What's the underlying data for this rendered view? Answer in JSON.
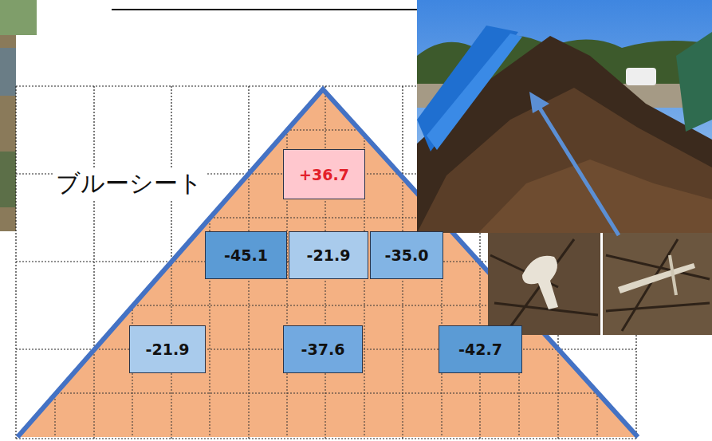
{
  "diagram": {
    "nodes": [
      {
        "text": [
          "+36.7"
        ]
      },
      {
        "text": [
          "-45.1"
        ]
      },
      {
        "text": [
          "-21.9"
        ]
      },
      {
        "text": [
          "-35.0"
        ]
      },
      {
        "text": [
          "-21.9"
        ]
      },
      {
        "text": [
          "-37.6"
        ]
      },
      {
        "text": [
          "-42.7"
        ]
      }
    ],
    "labels": [
      "ブルーシート"
    ]
  }
}
